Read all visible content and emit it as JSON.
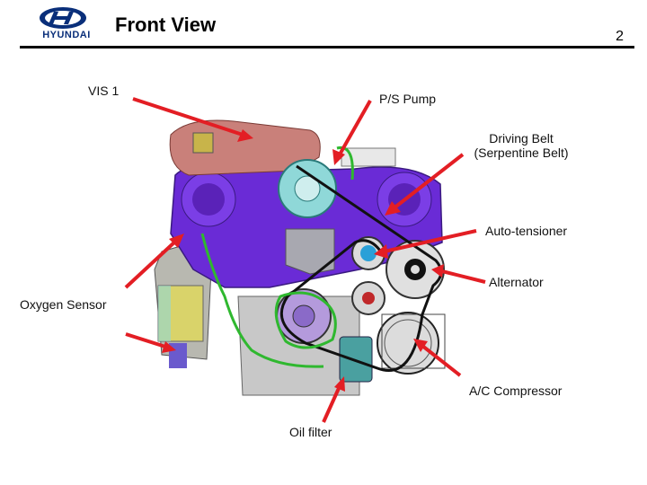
{
  "header": {
    "logo_text": "HYUNDAI",
    "title": "Front View",
    "page_number": "2"
  },
  "labels": {
    "vis1": "VIS 1",
    "ps_pump": "P/S Pump",
    "driving_belt_line1": "Driving Belt",
    "driving_belt_line2": "(Serpentine Belt)",
    "auto_tensioner": "Auto-tensioner",
    "alternator": "Alternator",
    "oxygen_sensor": "Oxygen Sensor",
    "ac_compressor": "A/C Compressor",
    "oil_filter": "Oil filter"
  },
  "colors": {
    "brand_blue": "#0a2f7a",
    "arrow_red": "#e31e24",
    "timing_cover_purple": "#6a2bd6",
    "intake_red": "#c9807a",
    "hose_green": "#2fb82f",
    "catalyst_yellow": "#d9d36a",
    "pump_cyan": "#8fd8d8"
  }
}
